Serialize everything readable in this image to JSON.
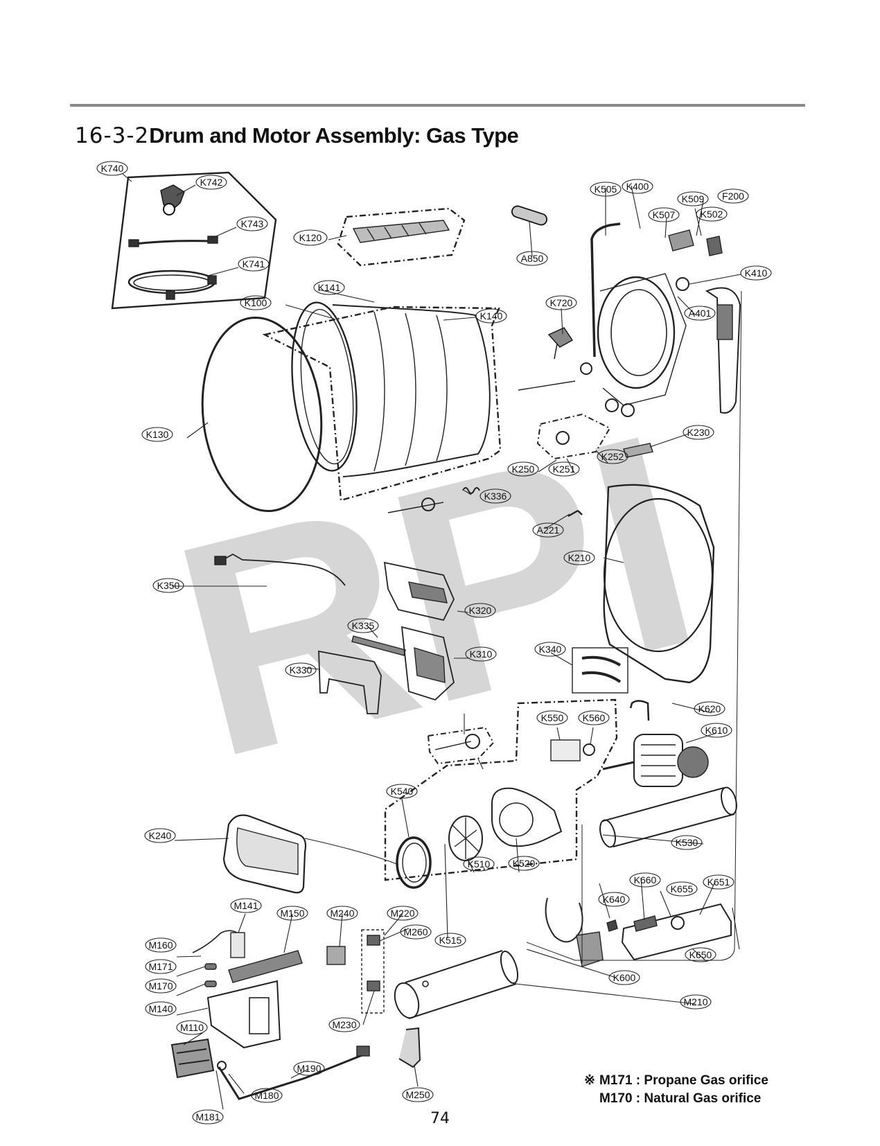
{
  "section_number": "16-3-2",
  "section_title": "Drum and Motor Assembly: Gas Type",
  "watermark": "RPI",
  "callouts": [
    "K740",
    "K742",
    "K743",
    "K741",
    "K120",
    "A850",
    "K141",
    "K100",
    "K140",
    "K130",
    "K720",
    "K505",
    "K400",
    "K509",
    "F200",
    "K507",
    "K502",
    "K410",
    "A401",
    "K230",
    "K252",
    "K250",
    "K251",
    "K336",
    "A221",
    "K210",
    "K350",
    "K320",
    "K335",
    "K310",
    "K340",
    "K330",
    "K620",
    "K610",
    "K550",
    "K560",
    "K540",
    "K240",
    "K530",
    "K510",
    "K520",
    "K660",
    "K651",
    "K655",
    "K640",
    "K515",
    "K650",
    "K600",
    "M141",
    "M150",
    "M240",
    "M220",
    "M260",
    "M160",
    "M171",
    "M170",
    "M140",
    "M110",
    "M190",
    "M180",
    "M181",
    "M230",
    "M250",
    "M210"
  ],
  "notes": {
    "mark": "※",
    "line1": "M171 : Propane Gas orifice",
    "line2": "M170 : Natural Gas orifice"
  },
  "page_number": "74"
}
